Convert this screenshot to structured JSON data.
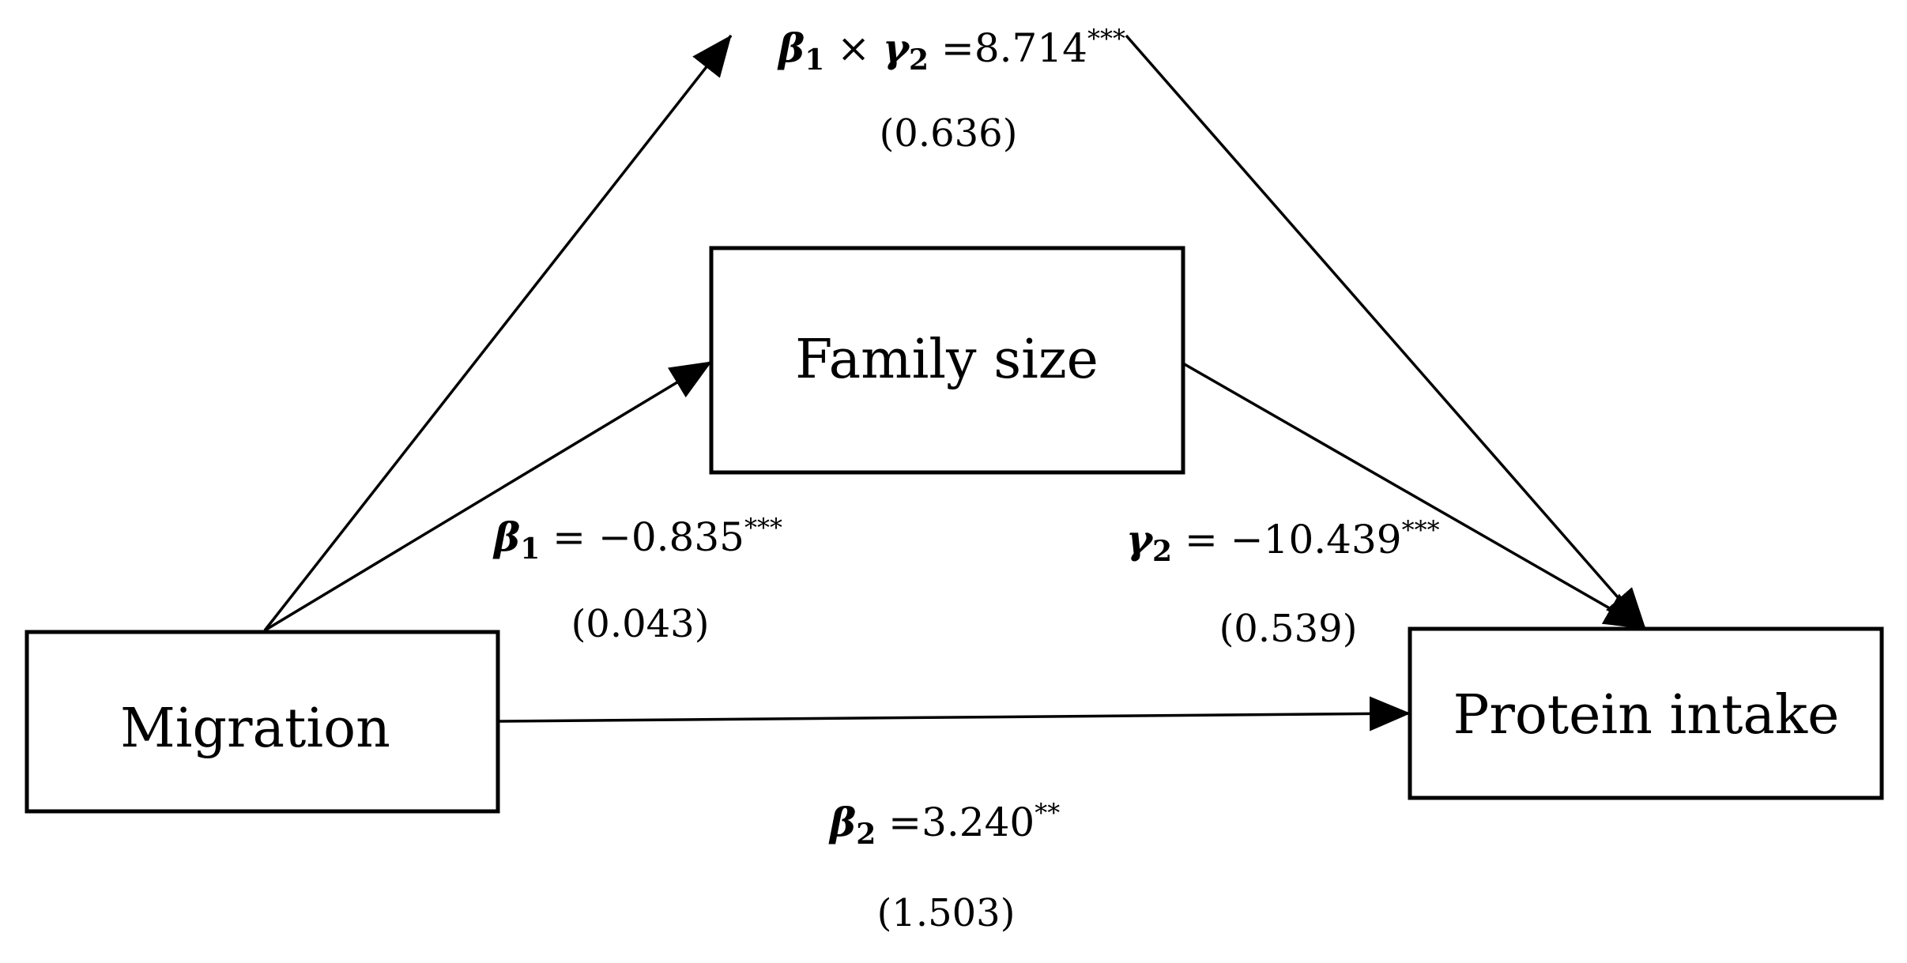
{
  "nodes": {
    "migration": {
      "label": "Migration"
    },
    "family_size": {
      "label": "Family size"
    },
    "protein_intake": {
      "label": "Protein intake"
    }
  },
  "paths": {
    "indirect": {
      "sym1": "β",
      "sub1": "1",
      "times": " × ",
      "sym2": "γ",
      "sub2": "2",
      "eq": " =",
      "value": "8.714",
      "sig": "***",
      "se": "(0.636)"
    },
    "a": {
      "sym": "β",
      "sub": "1",
      "eq": " = ",
      "value": "−0.835",
      "sig": "***",
      "se": "(0.043)"
    },
    "b": {
      "sym": "γ",
      "sub": "2",
      "eq": " = ",
      "value": "−10.439",
      "sig": "***",
      "se": "(0.539)"
    },
    "direct": {
      "sym": "β",
      "sub": "2",
      "eq": " =",
      "value": "3.240",
      "sig": "**",
      "se": "(1.503)"
    }
  }
}
